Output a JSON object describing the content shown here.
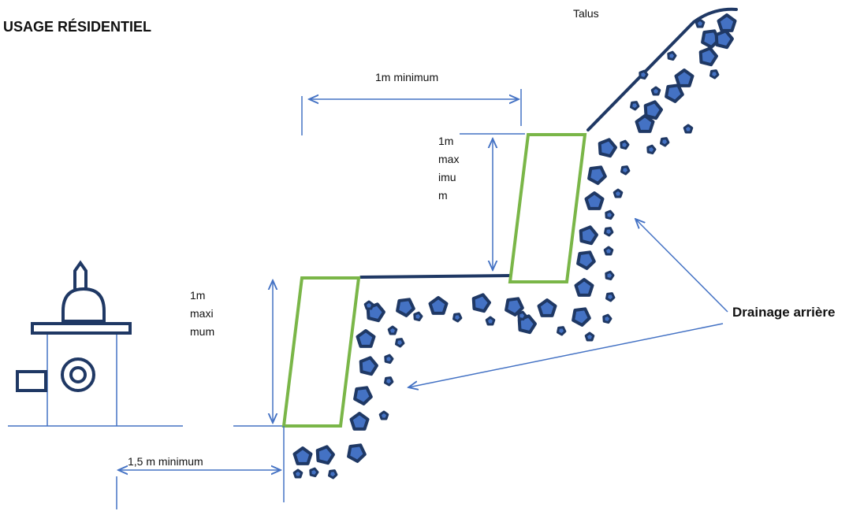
{
  "title": "USAGE RÉSIDENTIEL",
  "labels": {
    "talus": "Talus",
    "setback_top": "1m minimum",
    "height_upper": [
      "1m",
      "max",
      "imu",
      "m"
    ],
    "height_lower": [
      "1m",
      "maxi",
      "mum"
    ],
    "setback_bottom": "1,5 m minimum",
    "drainage": "Drainage arrière"
  },
  "colors": {
    "wall": "#7ab648",
    "dimension": "#4472c4",
    "terrain": "#1f3864",
    "stone_fill": "#4472c4",
    "stone_stroke": "#1f3864",
    "house": "#1f3864"
  },
  "icons": {
    "house": "house-icon",
    "stone": "stone-icon"
  }
}
